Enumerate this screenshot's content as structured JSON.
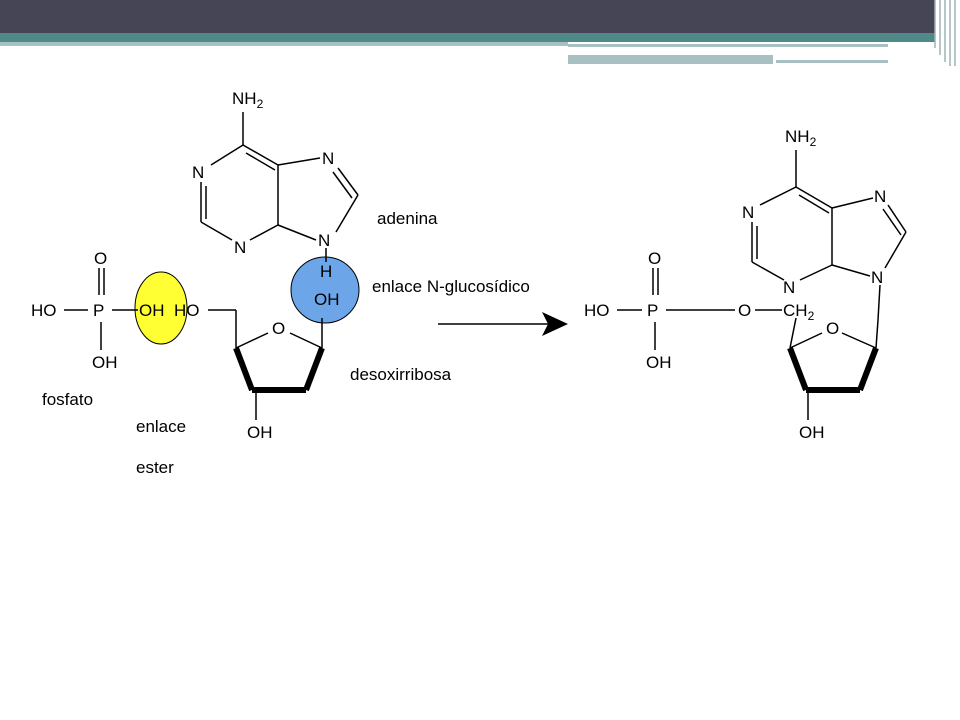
{
  "colors": {
    "header_dark": "#454555",
    "header_teal": "#4F8A89",
    "header_light": "#A9C0C3",
    "phosphate_highlight": "#FFFF33",
    "glycosidic_highlight": "#6CA6E8"
  },
  "labels": {
    "adenina": "adenina",
    "enlace_n": "enlace N-glucosídico",
    "desoxirribosa": "desoxirribosa",
    "fosfato": "fosfato",
    "enlace": "enlace",
    "ester": "ester"
  },
  "atoms": {
    "N": "N",
    "O": "O",
    "P": "P",
    "H": "H",
    "OH": "OH",
    "HO": "HO",
    "NH": "NH",
    "CH": "CH",
    "sub2": "2"
  }
}
